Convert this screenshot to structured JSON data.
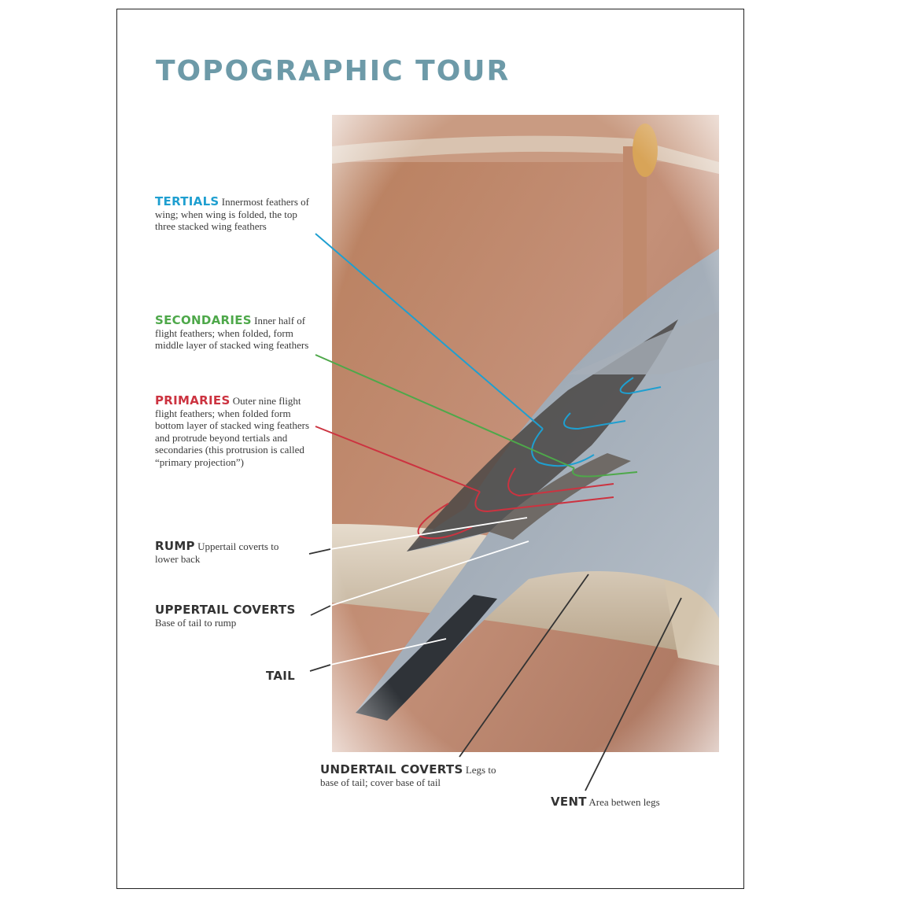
{
  "title": "TOPOGRAPHIC TOUR",
  "labels": {
    "tertials": {
      "term": "TERTIALS",
      "desc": "Innermost feathers of wing; when wing is folded, the top three stacked wing feathers"
    },
    "secondaries": {
      "term": "SECONDARIES",
      "desc": "Inner half of flight feathers; when folded, form middle layer of stacked wing feathers"
    },
    "primaries": {
      "term": "PRIMARIES",
      "desc": "Outer nine flight flight feathers; when folded form bottom layer of stacked wing feathers and protrude beyond tertials and secondaries (this protrusion is called “primary projection”)"
    },
    "rump": {
      "term": "RUMP",
      "desc": "Uppertail coverts to lower back"
    },
    "uppertail_coverts": {
      "term": "UPPERTAIL COVERTS",
      "desc": "Base of tail to rump"
    },
    "tail": {
      "term": "TAIL",
      "desc": ""
    },
    "undertail_coverts": {
      "term": "UNDERTAIL COVERTS",
      "desc": "Legs to base of tail; cover base of tail"
    },
    "vent": {
      "term": "VENT",
      "desc": "Area betwen legs"
    }
  },
  "colors": {
    "tertials": "#1f9fd0",
    "secondaries": "#4ea84a",
    "primaries": "#cc3340",
    "title": "#6d9aa8"
  }
}
